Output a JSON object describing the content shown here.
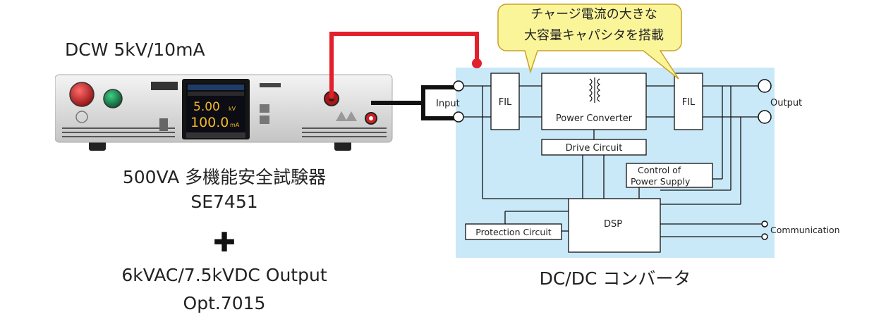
{
  "tester": {
    "rating": "DCW 5kV/10mA",
    "name_line1": "500VA 多機能安全試験器",
    "name_line2": "SE7451",
    "plus_symbol": "✚",
    "option_line1": "6kVAC/7.5kVDC Output",
    "option_line2": "Opt.7015",
    "display_value1": "5.00",
    "display_value2": "100.0",
    "display_unit1": "kV",
    "display_unit2": "mA"
  },
  "callout": {
    "line1": "チャージ電流の大きな",
    "line2": "大容量キャパシタを搭載"
  },
  "converter": {
    "title": "DC/DC コンバータ",
    "input_label": "Input",
    "output_label": "Output",
    "communication_label": "Communication",
    "fil_left": "FIL",
    "fil_right": "FIL",
    "power_converter": "Power Converter",
    "drive_circuit": "Drive Circuit",
    "control_line1": "Control of",
    "control_line2": "Power Supply",
    "dsp": "DSP",
    "protection": "Protection Circuit"
  },
  "colors": {
    "panel_bg": "#c9e8f8",
    "callout_bg": "#fbf59a",
    "callout_border": "#c9a227",
    "red_wire": "#e2202c",
    "black_wire": "#111111"
  }
}
